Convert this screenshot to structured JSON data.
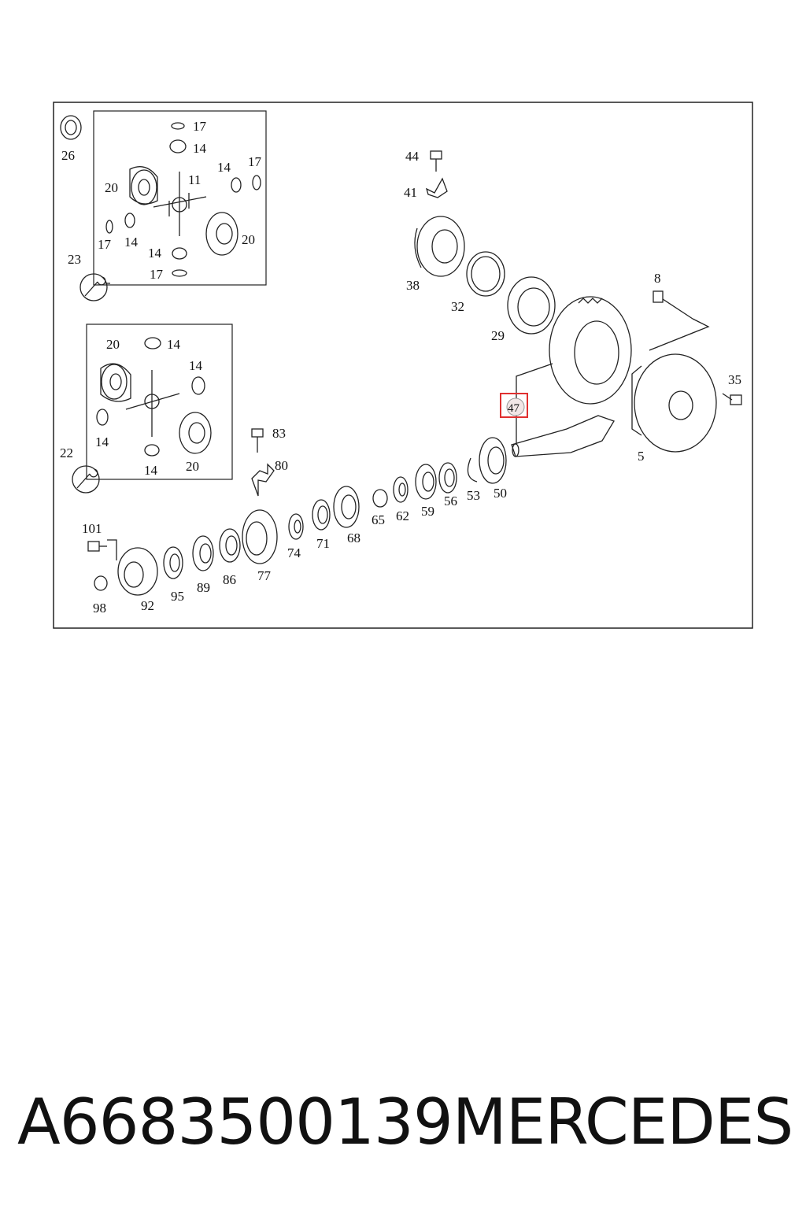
{
  "diagram": {
    "labels": {
      "p26": "26",
      "p23": "23",
      "p22": "22",
      "a17_1": "17",
      "a14_1": "14",
      "a14_2": "14",
      "a17_2": "17",
      "a20_1": "20",
      "a11": "11",
      "a17_3": "17",
      "a14_3": "14",
      "a14_4": "14",
      "a20_2": "20",
      "a17_4": "17",
      "b20_1": "20",
      "b14_1": "14",
      "b14_2": "14",
      "b14_3": "14",
      "b14_4": "14",
      "b20_2": "20",
      "p44": "44",
      "p41": "41",
      "p38": "38",
      "p32": "32",
      "p29": "29",
      "p8": "8",
      "p35": "35",
      "p5": "5",
      "p47": "47",
      "p83": "83",
      "p80": "80",
      "p50": "50",
      "p53": "53",
      "p56": "56",
      "p59": "59",
      "p62": "62",
      "p65": "65",
      "p68": "68",
      "p71": "71",
      "p74": "74",
      "p77": "77",
      "p86": "86",
      "p89": "89",
      "p95": "95",
      "p92": "92",
      "p98": "98",
      "p101": "101"
    },
    "highlight_color": "#e03030"
  },
  "caption": {
    "part_number": "A6683500139",
    "brand": "MERCEDES"
  }
}
